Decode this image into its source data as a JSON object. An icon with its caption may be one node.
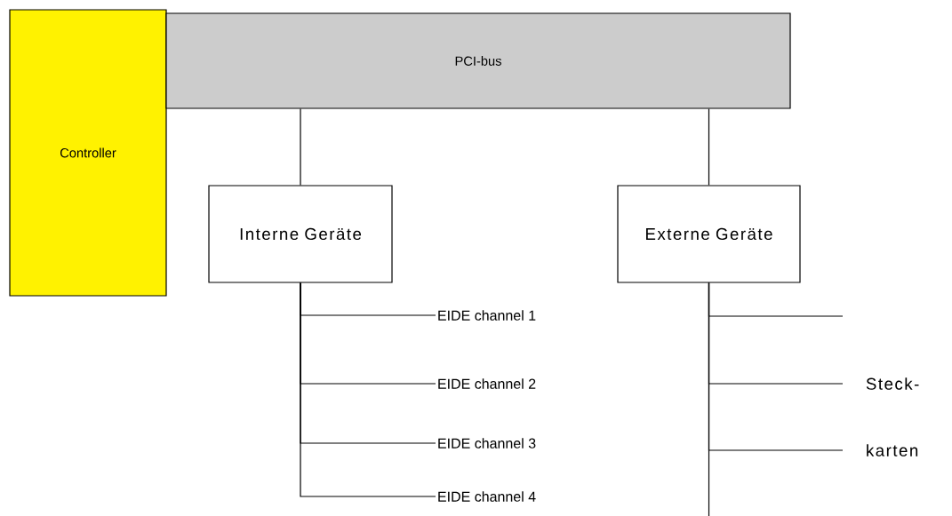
{
  "diagram": {
    "nodes": [
      {
        "text": [
          "Controller"
        ]
      },
      {
        "text": [
          "PCI-bus"
        ]
      },
      {
        "text": [
          "Interne Geräte"
        ]
      },
      {
        "text": [
          "Externe Geräte"
        ]
      },
      {
        "text": [
          "EIDE channel 1"
        ]
      },
      {
        "text": [
          "EIDE channel 2"
        ]
      },
      {
        "text": [
          "EIDE channel 3"
        ]
      },
      {
        "text": [
          "EIDE channel 4"
        ]
      }
    ],
    "edges": [
      {
        "from": 1,
        "to": 2,
        "arrow": "none"
      },
      {
        "from": 1,
        "to": 3,
        "arrow": "none"
      },
      {
        "from": 2,
        "to": 4,
        "arrow": "none"
      },
      {
        "from": 2,
        "to": 5,
        "arrow": "none"
      },
      {
        "from": 2,
        "to": 6,
        "arrow": "none"
      },
      {
        "from": 2,
        "to": 7,
        "arrow": "none"
      },
      {
        "from": 3,
        "to": null,
        "arrow": "none"
      },
      {
        "from": 3,
        "to": null,
        "arrow": "none"
      },
      {
        "from": 3,
        "to": null,
        "arrow": "none"
      },
      {
        "from": 3,
        "to": null,
        "arrow": "none"
      }
    ],
    "labels": [
      "Steck-",
      "karten"
    ]
  }
}
